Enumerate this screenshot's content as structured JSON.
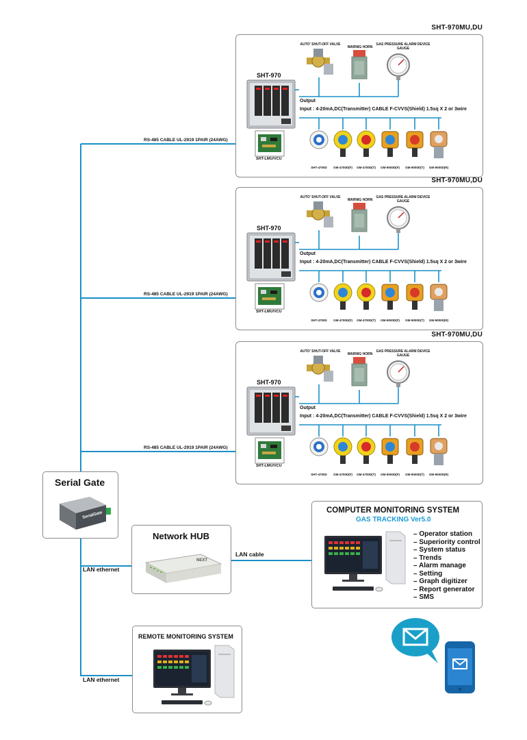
{
  "panels": [
    {
      "model": "SHT-970MU,DU",
      "controller": "SHT-970",
      "interface_unit": "SHT-LMU/VCU",
      "outputs": [
        "AUTO' SHUT-OFF VALVE",
        "WARNIG HORN",
        "GAS PRESSURE ALARM DEVICE GAUGE"
      ],
      "output_label": "Output",
      "input_label": "Input : 4-20mA,DC(Transmitter) CABLE F-CVVS(Shield) 1.5sq X 2 or 3wire",
      "sensors": [
        "SHT-4700D",
        "GM-4700D(F)",
        "GM-4700D(T)",
        "GM-9000D(F)",
        "GM-9000D(T)",
        "GM-9000D(R)"
      ],
      "rs485_label": "RS-485 CABLE UL-2919 1PAIR (24AWG)"
    },
    {
      "model": "SHT-970MU,DU",
      "controller": "SHT-970",
      "interface_unit": "SHT-LMU/VCU",
      "outputs": [
        "AUTO' SHUT-OFF VALVE",
        "WARNIG HORN",
        "GAS PRESSURE ALARM DEVICE GAUGE"
      ],
      "output_label": "Output",
      "input_label": "Input : 4-20mA,DC(Transmitter) CABLE F-CVVS(Shield) 1.5sq X 2 or 3wire",
      "sensors": [
        "SHT-4700D",
        "GM-4700D(F)",
        "GM-4700D(T)",
        "GM-9000D(F)",
        "GM-9000D(T)",
        "GM-9000D(R)"
      ],
      "rs485_label": "RS-485 CABLE UL-2919 1PAIR (24AWG)"
    },
    {
      "model": "SHT-970MU,DU",
      "controller": "SHT-970",
      "interface_unit": "SHT-LMU/VCU",
      "outputs": [
        "AUTO' SHUT-OFF VALVE",
        "WARNIG HORN",
        "GAS PRESSURE ALARM DEVICE GAUGE"
      ],
      "output_label": "Output",
      "input_label": "Input : 4-20mA,DC(Transmitter) CABLE F-CVVS(Shield) 1.5sq X 2 or 3wire",
      "sensors": [
        "SHT-4700D",
        "GM-4700D(F)",
        "GM-4700D(T)",
        "GM-9000D(F)",
        "GM-9000D(T)",
        "GM-9000D(R)"
      ],
      "rs485_label": "RS-485 CABLE UL-2919 1PAIR (24AWG)"
    }
  ],
  "serial_gate": {
    "title": "Serial Gate",
    "device_text": "SerialGate"
  },
  "network_hub": {
    "title": "Network HUB",
    "device_text": "NEXT"
  },
  "lan_cable_label": "LAN cable",
  "lan_ethernet_labels": [
    "LAN ethernet",
    "LAN ethernet"
  ],
  "monitoring": {
    "title": "COMPUTER MONITORING SYSTEM",
    "subtitle": "GAS TRACKING Ver5.0",
    "features": [
      "– Operator station",
      "– Superiority control",
      "– System status",
      "– Trends",
      "– Alarm manage",
      "– Setting",
      "– Graph digitizer",
      "– Report generator",
      "– SMS"
    ]
  },
  "remote": {
    "title": "REMOTE MONITORING SYSTEM"
  },
  "colors": {
    "wire": "#1a8fc8",
    "accent": "#1a9ad6",
    "bubble": "#1aa0c8",
    "phone": "#1565a8"
  }
}
